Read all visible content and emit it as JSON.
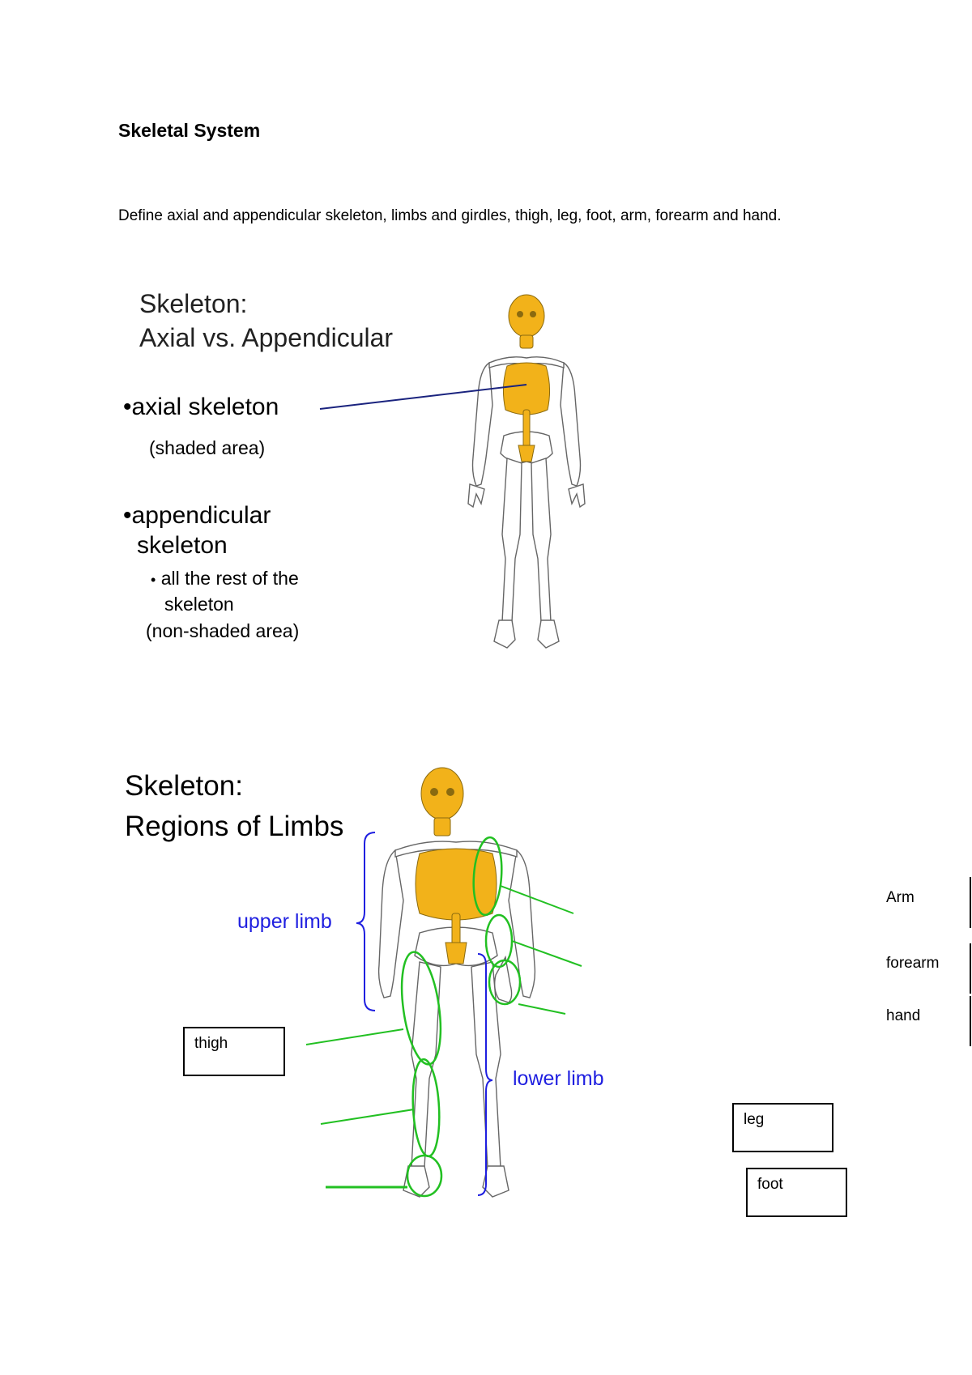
{
  "document": {
    "heading": "Skeletal System",
    "instruction": "Define axial and appendicular skeleton, limbs and girdles, thigh, leg, foot, arm, forearm and hand."
  },
  "slide_axial": {
    "title_line1": "Skeleton:",
    "title_line2": "Axial vs. Appendicular",
    "bullet_axial": "axial skeleton",
    "axial_note": "(shaded area)",
    "bullet_appendicular_line1": "appendicular",
    "bullet_appendicular_line2": "skeleton",
    "sub_bullet_line1": "all the rest of the",
    "sub_bullet_line2": "skeleton",
    "appendicular_note": "(non-shaded area)",
    "bullet_symbol": "•"
  },
  "slide_limbs": {
    "title_line1": "Skeleton:",
    "title_line2": "Regions of Limbs",
    "upper_limb": "upper limb",
    "lower_limb": "lower limb"
  },
  "answers": {
    "arm": "Arm",
    "forearm": "forearm",
    "hand": "hand",
    "thigh": "thigh",
    "leg": "leg",
    "foot": "foot"
  },
  "colors": {
    "axial_bone": "#f2b21a",
    "bone_outline": "#555555",
    "leader_navy": "#1a237e",
    "limb_green": "#22c022",
    "brace_blue": "#1f1fe0"
  }
}
